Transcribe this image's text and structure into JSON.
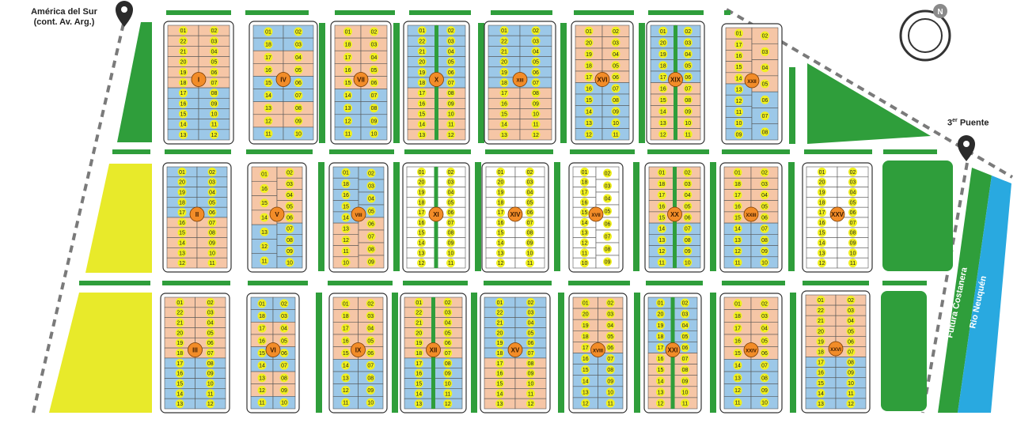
{
  "labels": {
    "america_line1": "América del Sur",
    "america_line2": "(cont. Av. Arg.)",
    "puente_base": "3",
    "puente_sup": "er",
    "puente_word": "Puente",
    "costanera": "Futura Costanera",
    "rio": "Rio Neuquén"
  },
  "compass": {
    "label": "N"
  },
  "colors": {
    "orange_lot": "#f6c6a6",
    "blue_lot": "#9cc8e8",
    "white_lot": "#ffffff",
    "green_space": "#2f9e3b",
    "yellow_space": "#e8ea2a",
    "river": "#29a9e0",
    "label_circle": "#f0f01e",
    "block_badge": "#f28c28"
  },
  "blocks": [
    {
      "numeral": "I",
      "scheme": "orange-over-blue",
      "green_strip": false,
      "left_lots": [
        "01",
        "22",
        "21",
        "20",
        "19",
        "18",
        "17",
        "16",
        "15",
        "14",
        "13"
      ],
      "right_lots": [
        "02",
        "03",
        "04",
        "05",
        "06",
        "07",
        "08",
        "09",
        "10",
        "11",
        "12"
      ]
    },
    {
      "numeral": "IV",
      "scheme": "blue-orange-alt",
      "green_strip": false,
      "left_lots": [
        "01",
        "18",
        "17",
        "16",
        "15",
        "14",
        "13",
        "12",
        "11"
      ],
      "right_lots": [
        "02",
        "03",
        "04",
        "05",
        "06",
        "07",
        "08",
        "09",
        "10"
      ]
    },
    {
      "numeral": "VII",
      "scheme": "orange-over-blue",
      "green_strip": false,
      "left_lots": [
        "01",
        "18",
        "17",
        "16",
        "15",
        "14",
        "13",
        "12",
        "11"
      ],
      "right_lots": [
        "02",
        "03",
        "04",
        "05",
        "06",
        "07",
        "08",
        "09",
        "10"
      ]
    },
    {
      "numeral": "X",
      "scheme": "blue-over-orange",
      "green_strip": true,
      "left_lots": [
        "01",
        "22",
        "21",
        "20",
        "19",
        "18",
        "17",
        "16",
        "15",
        "14",
        "13"
      ],
      "right_lots": [
        "02",
        "03",
        "04",
        "05",
        "06",
        "07",
        "08",
        "09",
        "10",
        "11",
        "12"
      ]
    },
    {
      "numeral": "XIII",
      "scheme": "blue-over-orange",
      "green_strip": false,
      "left_lots": [
        "01",
        "22",
        "21",
        "20",
        "19",
        "18",
        "17",
        "16",
        "15",
        "14",
        "13"
      ],
      "right_lots": [
        "02",
        "03",
        "04",
        "05",
        "06",
        "07",
        "08",
        "09",
        "10",
        "11",
        "12"
      ]
    },
    {
      "numeral": "XVI",
      "scheme": "orange-over-blue",
      "green_strip": false,
      "left_lots": [
        "01",
        "20",
        "19",
        "18",
        "17",
        "16",
        "15",
        "14",
        "13",
        "12"
      ],
      "right_lots": [
        "02",
        "03",
        "04",
        "05",
        "06",
        "07",
        "08",
        "09",
        "10",
        "11"
      ]
    },
    {
      "numeral": "XIX",
      "scheme": "blue-over-orange",
      "green_strip": true,
      "left_lots": [
        "01",
        "20",
        "19",
        "18",
        "17",
        "16",
        "15",
        "14",
        "13",
        "12"
      ],
      "right_lots": [
        "02",
        "03",
        "04",
        "05",
        "06",
        "07",
        "08",
        "09",
        "10",
        "11"
      ]
    },
    {
      "numeral": "XXII",
      "scheme": "orange-over-blue",
      "green_strip": false,
      "left_lots": [
        "01",
        "17",
        "16",
        "15",
        "14",
        "13",
        "12",
        "11",
        "10",
        "09"
      ],
      "right_lots": [
        "02",
        "03",
        "04",
        "05",
        "06",
        "07",
        "08"
      ]
    },
    {
      "numeral": "II",
      "scheme": "blue-over-orange",
      "green_strip": false,
      "left_lots": [
        "01",
        "20",
        "19",
        "18",
        "17",
        "16",
        "15",
        "14",
        "13",
        "12"
      ],
      "right_lots": [
        "02",
        "03",
        "04",
        "05",
        "06",
        "07",
        "08",
        "09",
        "10",
        "11"
      ]
    },
    {
      "numeral": "V",
      "scheme": "orange-over-blue",
      "green_strip": false,
      "left_lots": [
        "01",
        "16",
        "15",
        "14",
        "13",
        "12",
        "11"
      ],
      "right_lots": [
        "02",
        "03",
        "04",
        "05",
        "06",
        "07",
        "08",
        "09",
        "10"
      ]
    },
    {
      "numeral": "VIII",
      "scheme": "blue-over-orange",
      "green_strip": false,
      "left_lots": [
        "01",
        "18",
        "16",
        "15",
        "14",
        "13",
        "12",
        "11",
        "10"
      ],
      "right_lots": [
        "02",
        "03",
        "04",
        "05",
        "06",
        "07",
        "08",
        "09"
      ]
    },
    {
      "numeral": "XI",
      "scheme": "white",
      "green_strip": true,
      "left_lots": [
        "01",
        "20",
        "19",
        "18",
        "17",
        "16",
        "15",
        "14",
        "13",
        "12"
      ],
      "right_lots": [
        "02",
        "03",
        "04",
        "05",
        "06",
        "07",
        "08",
        "09",
        "10",
        "11"
      ]
    },
    {
      "numeral": "XIV",
      "scheme": "white",
      "green_strip": false,
      "left_lots": [
        "01",
        "20",
        "19",
        "18",
        "17",
        "16",
        "15",
        "14",
        "13",
        "12"
      ],
      "right_lots": [
        "02",
        "03",
        "04",
        "05",
        "06",
        "07",
        "08",
        "09",
        "10",
        "11"
      ]
    },
    {
      "numeral": "XVII",
      "scheme": "white",
      "green_strip": false,
      "left_lots": [
        "01",
        "18",
        "17",
        "16",
        "15",
        "14",
        "13",
        "12",
        "11",
        "10"
      ],
      "right_lots": [
        "02",
        "03",
        "04",
        "05",
        "06",
        "07",
        "08",
        "09"
      ]
    },
    {
      "numeral": "XX",
      "scheme": "orange-over-blue",
      "green_strip": true,
      "left_lots": [
        "01",
        "18",
        "17",
        "16",
        "15",
        "14",
        "13",
        "12",
        "11"
      ],
      "right_lots": [
        "02",
        "03",
        "04",
        "05",
        "06",
        "07",
        "08",
        "09",
        "10"
      ]
    },
    {
      "numeral": "XXIII",
      "scheme": "orange-over-blue",
      "green_strip": false,
      "left_lots": [
        "01",
        "18",
        "17",
        "16",
        "15",
        "14",
        "13",
        "12",
        "11"
      ],
      "right_lots": [
        "02",
        "03",
        "04",
        "05",
        "06",
        "07",
        "08",
        "09",
        "10"
      ]
    },
    {
      "numeral": "XXV",
      "scheme": "white",
      "green_strip": false,
      "left_lots": [
        "01",
        "20",
        "19",
        "18",
        "17",
        "16",
        "15",
        "14",
        "13",
        "12"
      ],
      "right_lots": [
        "02",
        "03",
        "04",
        "05",
        "06",
        "07",
        "08",
        "09",
        "10",
        "11"
      ]
    },
    {
      "numeral": "III",
      "scheme": "orange-over-blue",
      "green_strip": false,
      "left_lots": [
        "01",
        "22",
        "21",
        "20",
        "19",
        "18",
        "17",
        "16",
        "15",
        "14",
        "13"
      ],
      "right_lots": [
        "02",
        "03",
        "04",
        "05",
        "06",
        "07",
        "08",
        "09",
        "10",
        "11",
        "12"
      ]
    },
    {
      "numeral": "VI",
      "scheme": "blue-orange-alt",
      "green_strip": false,
      "left_lots": [
        "01",
        "18",
        "17",
        "16",
        "15",
        "14",
        "13",
        "12",
        "11"
      ],
      "right_lots": [
        "02",
        "03",
        "04",
        "05",
        "06",
        "07",
        "08",
        "09",
        "10"
      ]
    },
    {
      "numeral": "IX",
      "scheme": "orange-over-blue",
      "green_strip": false,
      "left_lots": [
        "01",
        "18",
        "17",
        "16",
        "15",
        "14",
        "13",
        "12",
        "11"
      ],
      "right_lots": [
        "02",
        "03",
        "04",
        "05",
        "06",
        "07",
        "08",
        "09",
        "10"
      ]
    },
    {
      "numeral": "XII",
      "scheme": "orange-over-blue",
      "green_strip": true,
      "left_lots": [
        "01",
        "22",
        "21",
        "20",
        "19",
        "18",
        "17",
        "16",
        "15",
        "14",
        "13"
      ],
      "right_lots": [
        "02",
        "03",
        "04",
        "05",
        "06",
        "07",
        "08",
        "09",
        "10",
        "11",
        "12"
      ]
    },
    {
      "numeral": "XV",
      "scheme": "blue-over-orange",
      "green_strip": false,
      "left_lots": [
        "01",
        "22",
        "21",
        "20",
        "19",
        "18",
        "17",
        "16",
        "15",
        "14",
        "13"
      ],
      "right_lots": [
        "02",
        "03",
        "04",
        "05",
        "06",
        "07",
        "08",
        "09",
        "10",
        "11",
        "12"
      ]
    },
    {
      "numeral": "XVIII",
      "scheme": "orange-over-blue",
      "green_strip": false,
      "left_lots": [
        "01",
        "20",
        "19",
        "18",
        "17",
        "16",
        "15",
        "14",
        "13",
        "12"
      ],
      "right_lots": [
        "02",
        "03",
        "04",
        "05",
        "06",
        "07",
        "08",
        "09",
        "10",
        "11"
      ]
    },
    {
      "numeral": "XXI",
      "scheme": "blue-over-orange",
      "green_strip": true,
      "left_lots": [
        "01",
        "20",
        "19",
        "18",
        "17",
        "16",
        "15",
        "14",
        "13",
        "12"
      ],
      "right_lots": [
        "02",
        "03",
        "04",
        "05",
        "06",
        "07",
        "08",
        "09",
        "10",
        "11"
      ]
    },
    {
      "numeral": "XXIV",
      "scheme": "orange-over-blue",
      "green_strip": false,
      "left_lots": [
        "01",
        "18",
        "17",
        "16",
        "15",
        "14",
        "13",
        "12",
        "11"
      ],
      "right_lots": [
        "02",
        "03",
        "04",
        "05",
        "06",
        "07",
        "08",
        "09",
        "10"
      ]
    },
    {
      "numeral": "XXVI",
      "scheme": "orange-over-blue",
      "green_strip": false,
      "left_lots": [
        "01",
        "22",
        "21",
        "20",
        "19",
        "18",
        "17",
        "16",
        "15",
        "14",
        "13"
      ],
      "right_lots": [
        "02",
        "03",
        "04",
        "05",
        "06",
        "07",
        "08",
        "09",
        "10",
        "11",
        "12"
      ]
    }
  ]
}
